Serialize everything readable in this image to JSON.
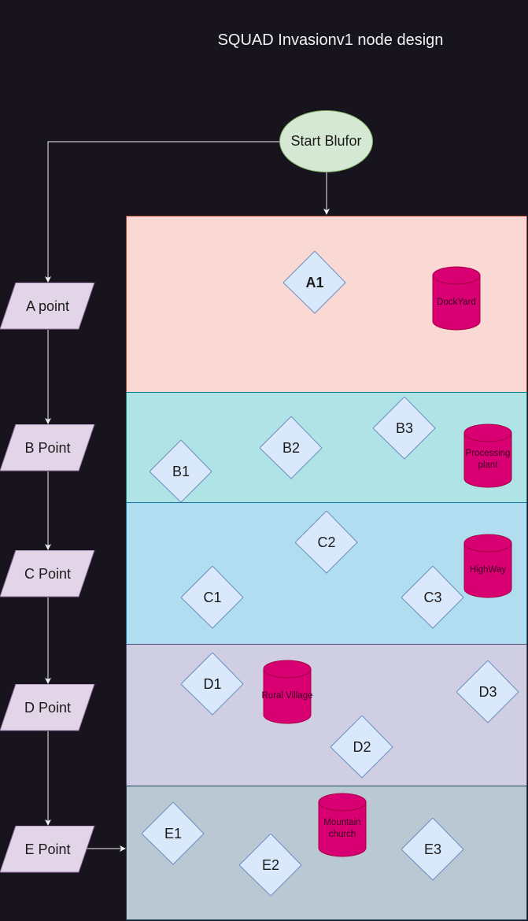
{
  "diagram": {
    "title": "SQUAD Invasionv1 node design",
    "start_node": {
      "label": "Start Blufor",
      "color": "#d5e8d4"
    },
    "points": [
      {
        "id": "A",
        "label": "A point"
      },
      {
        "id": "B",
        "label": "B Point"
      },
      {
        "id": "C",
        "label": "C Point"
      },
      {
        "id": "D",
        "label": "D Point"
      },
      {
        "id": "E",
        "label": "E Point"
      }
    ],
    "zones": [
      {
        "id": "A",
        "color": "#fad9d5",
        "objectives": [
          {
            "label": "A1",
            "bold": true
          }
        ],
        "landmark": {
          "label": "DockYard"
        }
      },
      {
        "id": "B",
        "color": "#b0e3e6",
        "objectives": [
          {
            "label": "B1"
          },
          {
            "label": "B2"
          },
          {
            "label": "B3"
          }
        ],
        "landmark": {
          "label": "Processing plant"
        }
      },
      {
        "id": "C",
        "color": "#b1ddf0",
        "objectives": [
          {
            "label": "C1"
          },
          {
            "label": "C2"
          },
          {
            "label": "C3"
          }
        ],
        "landmark": {
          "label": "HighWay"
        }
      },
      {
        "id": "D",
        "color": "#d0cee2",
        "objectives": [
          {
            "label": "D1"
          },
          {
            "label": "D2"
          },
          {
            "label": "D3"
          }
        ],
        "landmark": {
          "label": "Rural Village"
        }
      },
      {
        "id": "E",
        "color": "#bac8d3",
        "objectives": [
          {
            "label": "E1"
          },
          {
            "label": "E2"
          },
          {
            "label": "E3"
          }
        ],
        "landmark": {
          "label": "Mountain church"
        }
      }
    ],
    "edges": [
      {
        "from": "Start Blufor",
        "to": "A point"
      },
      {
        "from": "Start Blufor",
        "to": "Zone A"
      },
      {
        "from": "A point",
        "to": "B Point"
      },
      {
        "from": "B Point",
        "to": "C Point"
      },
      {
        "from": "C Point",
        "to": "D Point"
      },
      {
        "from": "D Point",
        "to": "E Point"
      },
      {
        "from": "E Point",
        "to": "Zone E"
      }
    ],
    "colors": {
      "background": "#18141d",
      "point_fill": "#e1d5e7",
      "point_stroke": "#9673a6",
      "objective_fill": "#dae8fc",
      "objective_stroke": "#6c8ebf",
      "landmark_fill": "#d80073",
      "landmark_stroke": "#a50040",
      "edge": "#f0f0f0"
    }
  }
}
